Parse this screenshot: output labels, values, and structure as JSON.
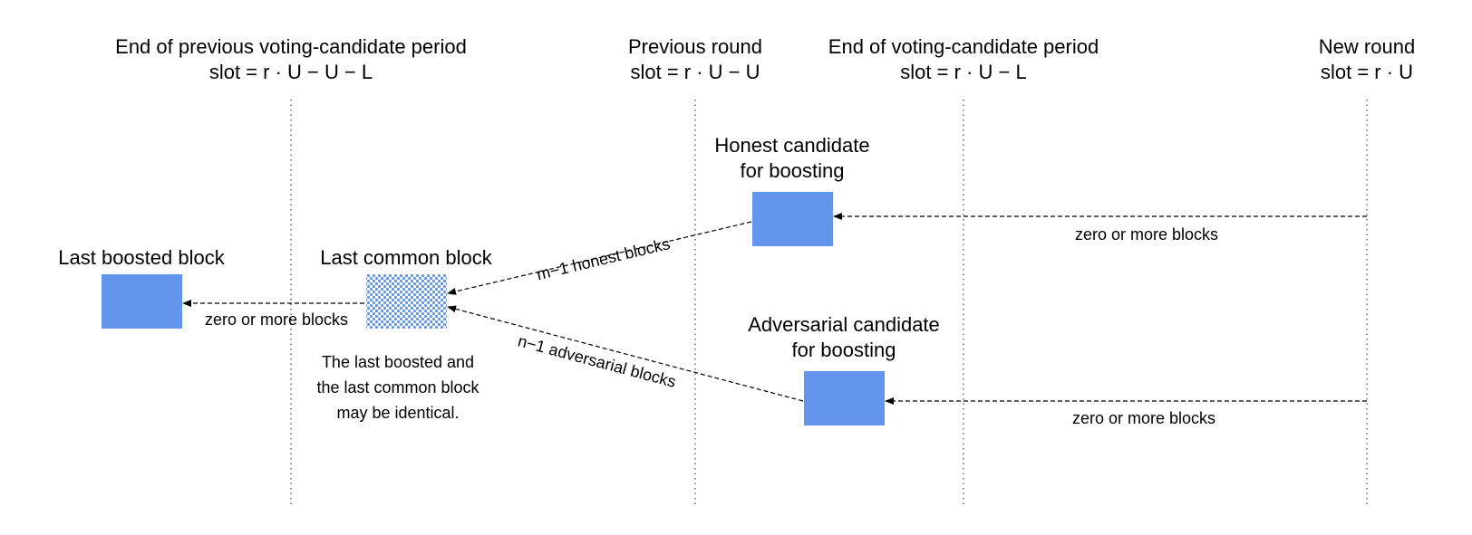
{
  "colors": {
    "block": "#6495ED",
    "background": "#FFFFFF",
    "text": "#000000",
    "guide": "#555555"
  },
  "headers": {
    "prev_period_end": {
      "line1": "End of previous voting-candidate period",
      "line2": "slot = r · U − U − L"
    },
    "prev_round": {
      "line1": "Previous round",
      "line2": "slot = r · U − U"
    },
    "period_end": {
      "line1": "End of voting-candidate period",
      "line2": "slot = r · U − L"
    },
    "new_round": {
      "line1": "New round",
      "line2": "slot = r · U"
    }
  },
  "blocks": {
    "last_boosted": {
      "title": "Last boosted block"
    },
    "last_common": {
      "title": "Last common block"
    },
    "honest": {
      "title_line1": "Honest candidate",
      "title_line2": "for boosting"
    },
    "adversarial": {
      "title_line1": "Adversarial candidate",
      "title_line2": "for boosting"
    }
  },
  "edges": {
    "common_to_boosted": "zero or more blocks",
    "honest_to_common": "m−1 honest blocks",
    "adversarial_to_common": "n−1 adversarial blocks",
    "newround_to_honest": "zero or more blocks",
    "newround_to_adversarial": "zero or more blocks"
  },
  "note": {
    "line1": "The last boosted and",
    "line2": "the last common block",
    "line3": "may be identical."
  }
}
